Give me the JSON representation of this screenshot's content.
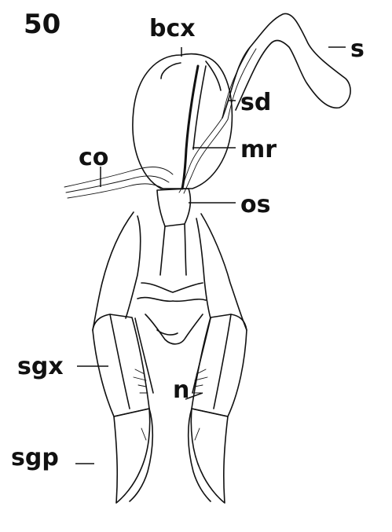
{
  "figure_number": "50",
  "labels": {
    "bcx": "bcx",
    "s": "s",
    "sd": "sd",
    "mr": "mr",
    "co": "co",
    "os": "os",
    "sgx": "sgx",
    "n": "n",
    "sgp": "sgp"
  },
  "colors": {
    "ink": "#111111",
    "paper": "#ffffff"
  }
}
